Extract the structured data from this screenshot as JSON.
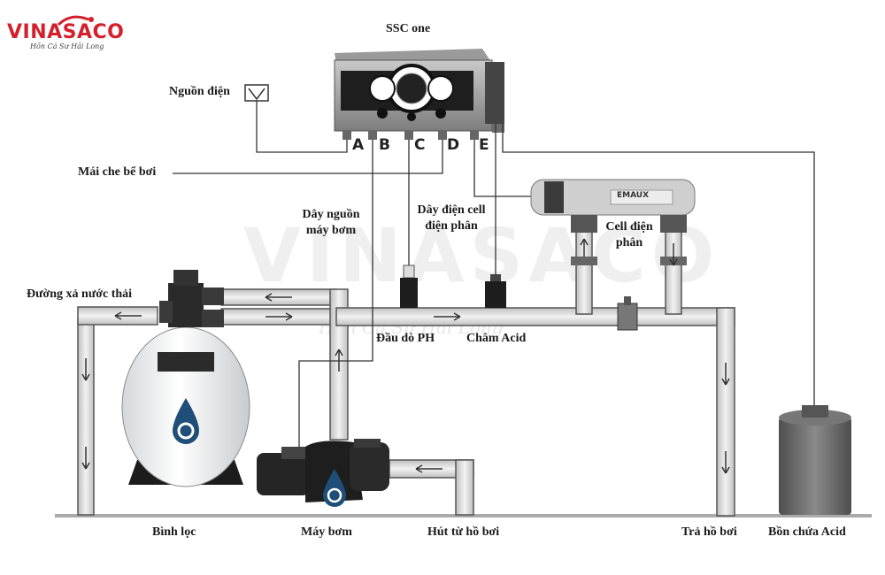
{
  "logo": {
    "name": "VINASACO",
    "tagline": "Hồn Cá Sư Hải Long"
  },
  "watermark": {
    "text": "VINASACO",
    "tagline": "Hồn Cá Sư Hải Long"
  },
  "labels": {
    "controller": "SSC one",
    "power_source": "Nguồn điện",
    "pool_cover": "Mái che bể bơi",
    "waste_line": "Đường xả nước thải",
    "pump_power_l1": "Dây nguồn",
    "pump_power_l2": "máy bơm",
    "cell_wire_l1": "Dây điện cell",
    "cell_wire_l2": "điện phân",
    "cell_l1": "Cell điện",
    "cell_l2": "phân",
    "ph_probe": "Đầu dò PH",
    "acid_inject": "Châm Acid",
    "filter": "Bình lọc",
    "pump": "Máy bơm",
    "suction": "Hút từ hồ bơi",
    "return": "Trả hồ bơi",
    "acid_tank": "Bồn chứa Acid"
  },
  "ports": [
    "A",
    "B",
    "C",
    "D",
    "E"
  ],
  "cell_brand": "EMAUX",
  "colors": {
    "pipe": "#dcdcdc",
    "pipe_edge": "#555555",
    "wire": "#333333",
    "floor": "#aaaaaa"
  }
}
